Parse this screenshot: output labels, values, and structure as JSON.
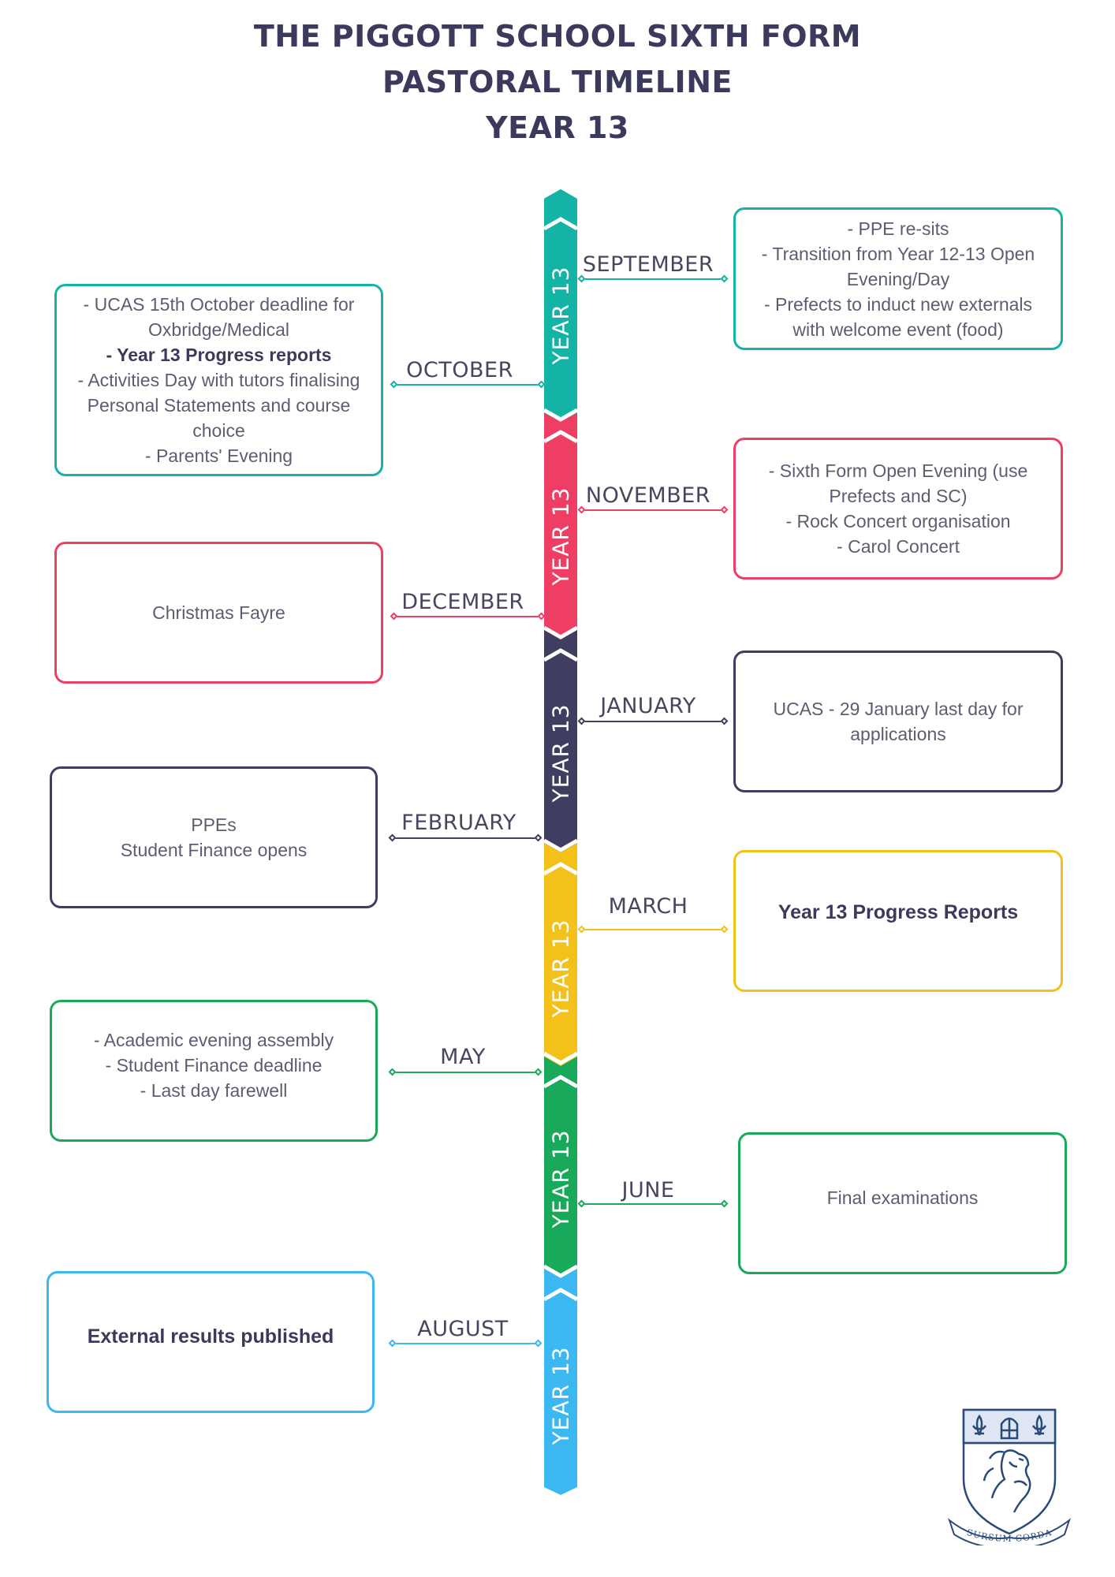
{
  "header": {
    "line1": "THE PIGGOTT SCHOOL SIXTH FORM",
    "line2": "PASTORAL TIMELINE",
    "line3": "YEAR 13"
  },
  "segment_label": "YEAR 13",
  "colors": {
    "teal": "#13b3a6",
    "pink": "#ee3e64",
    "navy": "#3f3d60",
    "yellow": "#f4c01a",
    "green": "#18a95a",
    "blue": "#3bb8f2",
    "title": "#3b3a5c",
    "crest": "#2a4a7a"
  },
  "months": {
    "september": "SEPTEMBER",
    "october": "OCTOBER",
    "november": "NOVEMBER",
    "december": "DECEMBER",
    "january": "JANUARY",
    "february": "FEBRUARY",
    "march": "MARCH",
    "may": "MAY",
    "june": "JUNE",
    "august": "AUGUST"
  },
  "boxes": {
    "september": [
      "- PPE re-sits",
      "- Transition from Year 12-13 Open",
      "Evening/Day",
      "- Prefects to induct new externals",
      "with welcome event (food)"
    ],
    "october": [
      "- UCAS 15th October deadline for",
      "Oxbridge/Medical",
      "- Year 13 Progress reports",
      "- Activities Day with tutors finalising",
      "Personal Statements and course",
      "choice",
      "- Parents' Evening"
    ],
    "november": [
      "- Sixth Form Open Evening (use",
      "Prefects and SC)",
      "- Rock Concert organisation",
      "- Carol Concert"
    ],
    "december": [
      "Christmas Fayre"
    ],
    "january": [
      "UCAS - 29 January last day for",
      "applications"
    ],
    "february": [
      "PPEs",
      "Student Finance opens"
    ],
    "march": [
      "Year 13 Progress Reports"
    ],
    "may": [
      "- Academic evening assembly",
      "- Student Finance deadline",
      "- Last day farewell"
    ],
    "june": [
      "Final examinations"
    ],
    "august": [
      "External results published"
    ]
  },
  "crest": {
    "motto": "SURSUM·CORDA",
    "icon": "school-crest-icon"
  }
}
